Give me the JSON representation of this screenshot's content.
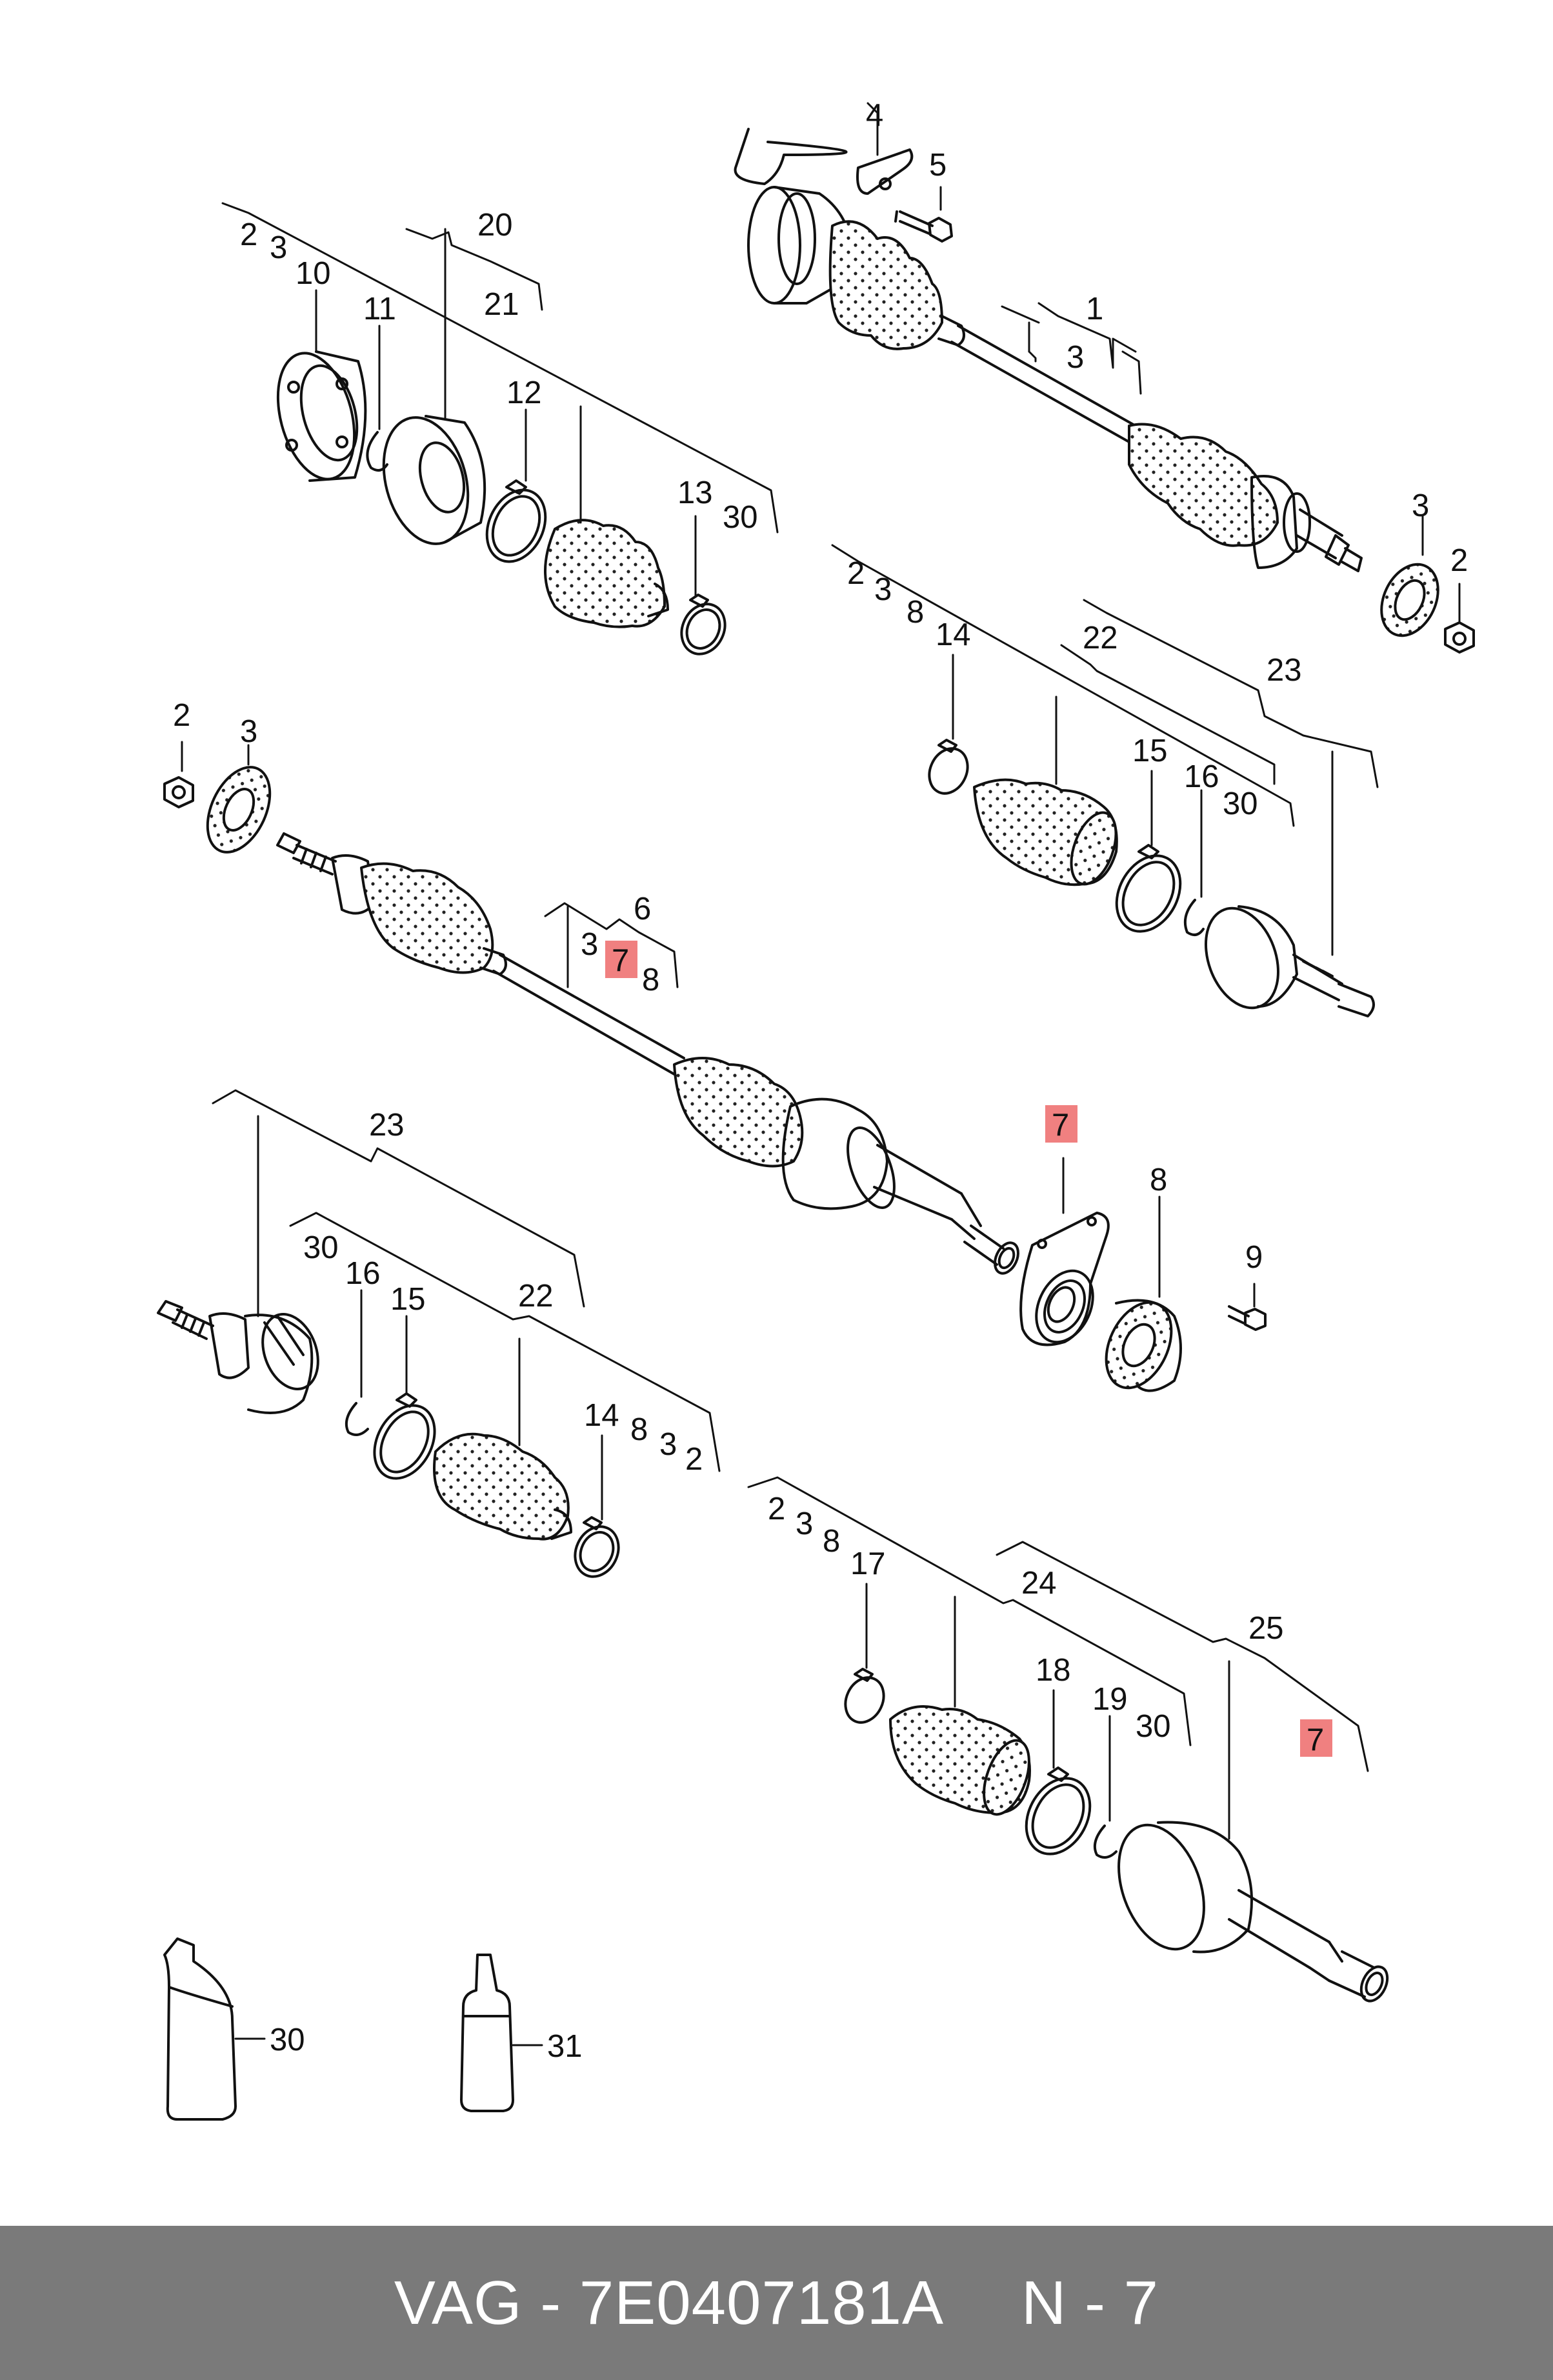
{
  "callouts": {
    "g1": {
      "n4": "4",
      "n5": "5",
      "n1": "1",
      "n3": "3",
      "n3b": "3",
      "n2": "2"
    },
    "g2": {
      "n2": "2",
      "n3": "3",
      "n10": "10",
      "n11": "11",
      "n20": "20",
      "n21": "21",
      "n12": "12",
      "n13": "13",
      "n30": "30"
    },
    "g3": {
      "n2": "2",
      "n3": "3",
      "n8": "8",
      "n14": "14",
      "n22": "22",
      "n23": "23",
      "n15": "15",
      "n16": "16",
      "n30": "30"
    },
    "g4": {
      "n2": "2",
      "n3": "3",
      "n6": "6",
      "n3b": "3",
      "n7": "7",
      "n8": "8"
    },
    "g5": {
      "n7": "7",
      "n8": "8",
      "n9": "9"
    },
    "g6": {
      "n23": "23",
      "n30": "30",
      "n16": "16",
      "n15": "15",
      "n22": "22",
      "n14": "14",
      "n8": "8",
      "n3": "3",
      "n2": "2"
    },
    "g7": {
      "n2": "2",
      "n3": "3",
      "n8": "8",
      "n17": "17",
      "n24": "24",
      "n18": "18",
      "n19": "19",
      "n30": "30",
      "n25": "25",
      "n7": "7"
    },
    "g8": {
      "n30": "30",
      "n31": "31"
    }
  },
  "highlight_color": "#f08080",
  "footer": {
    "part": "VAG - 7E0407181A",
    "ref": "N - 7"
  }
}
